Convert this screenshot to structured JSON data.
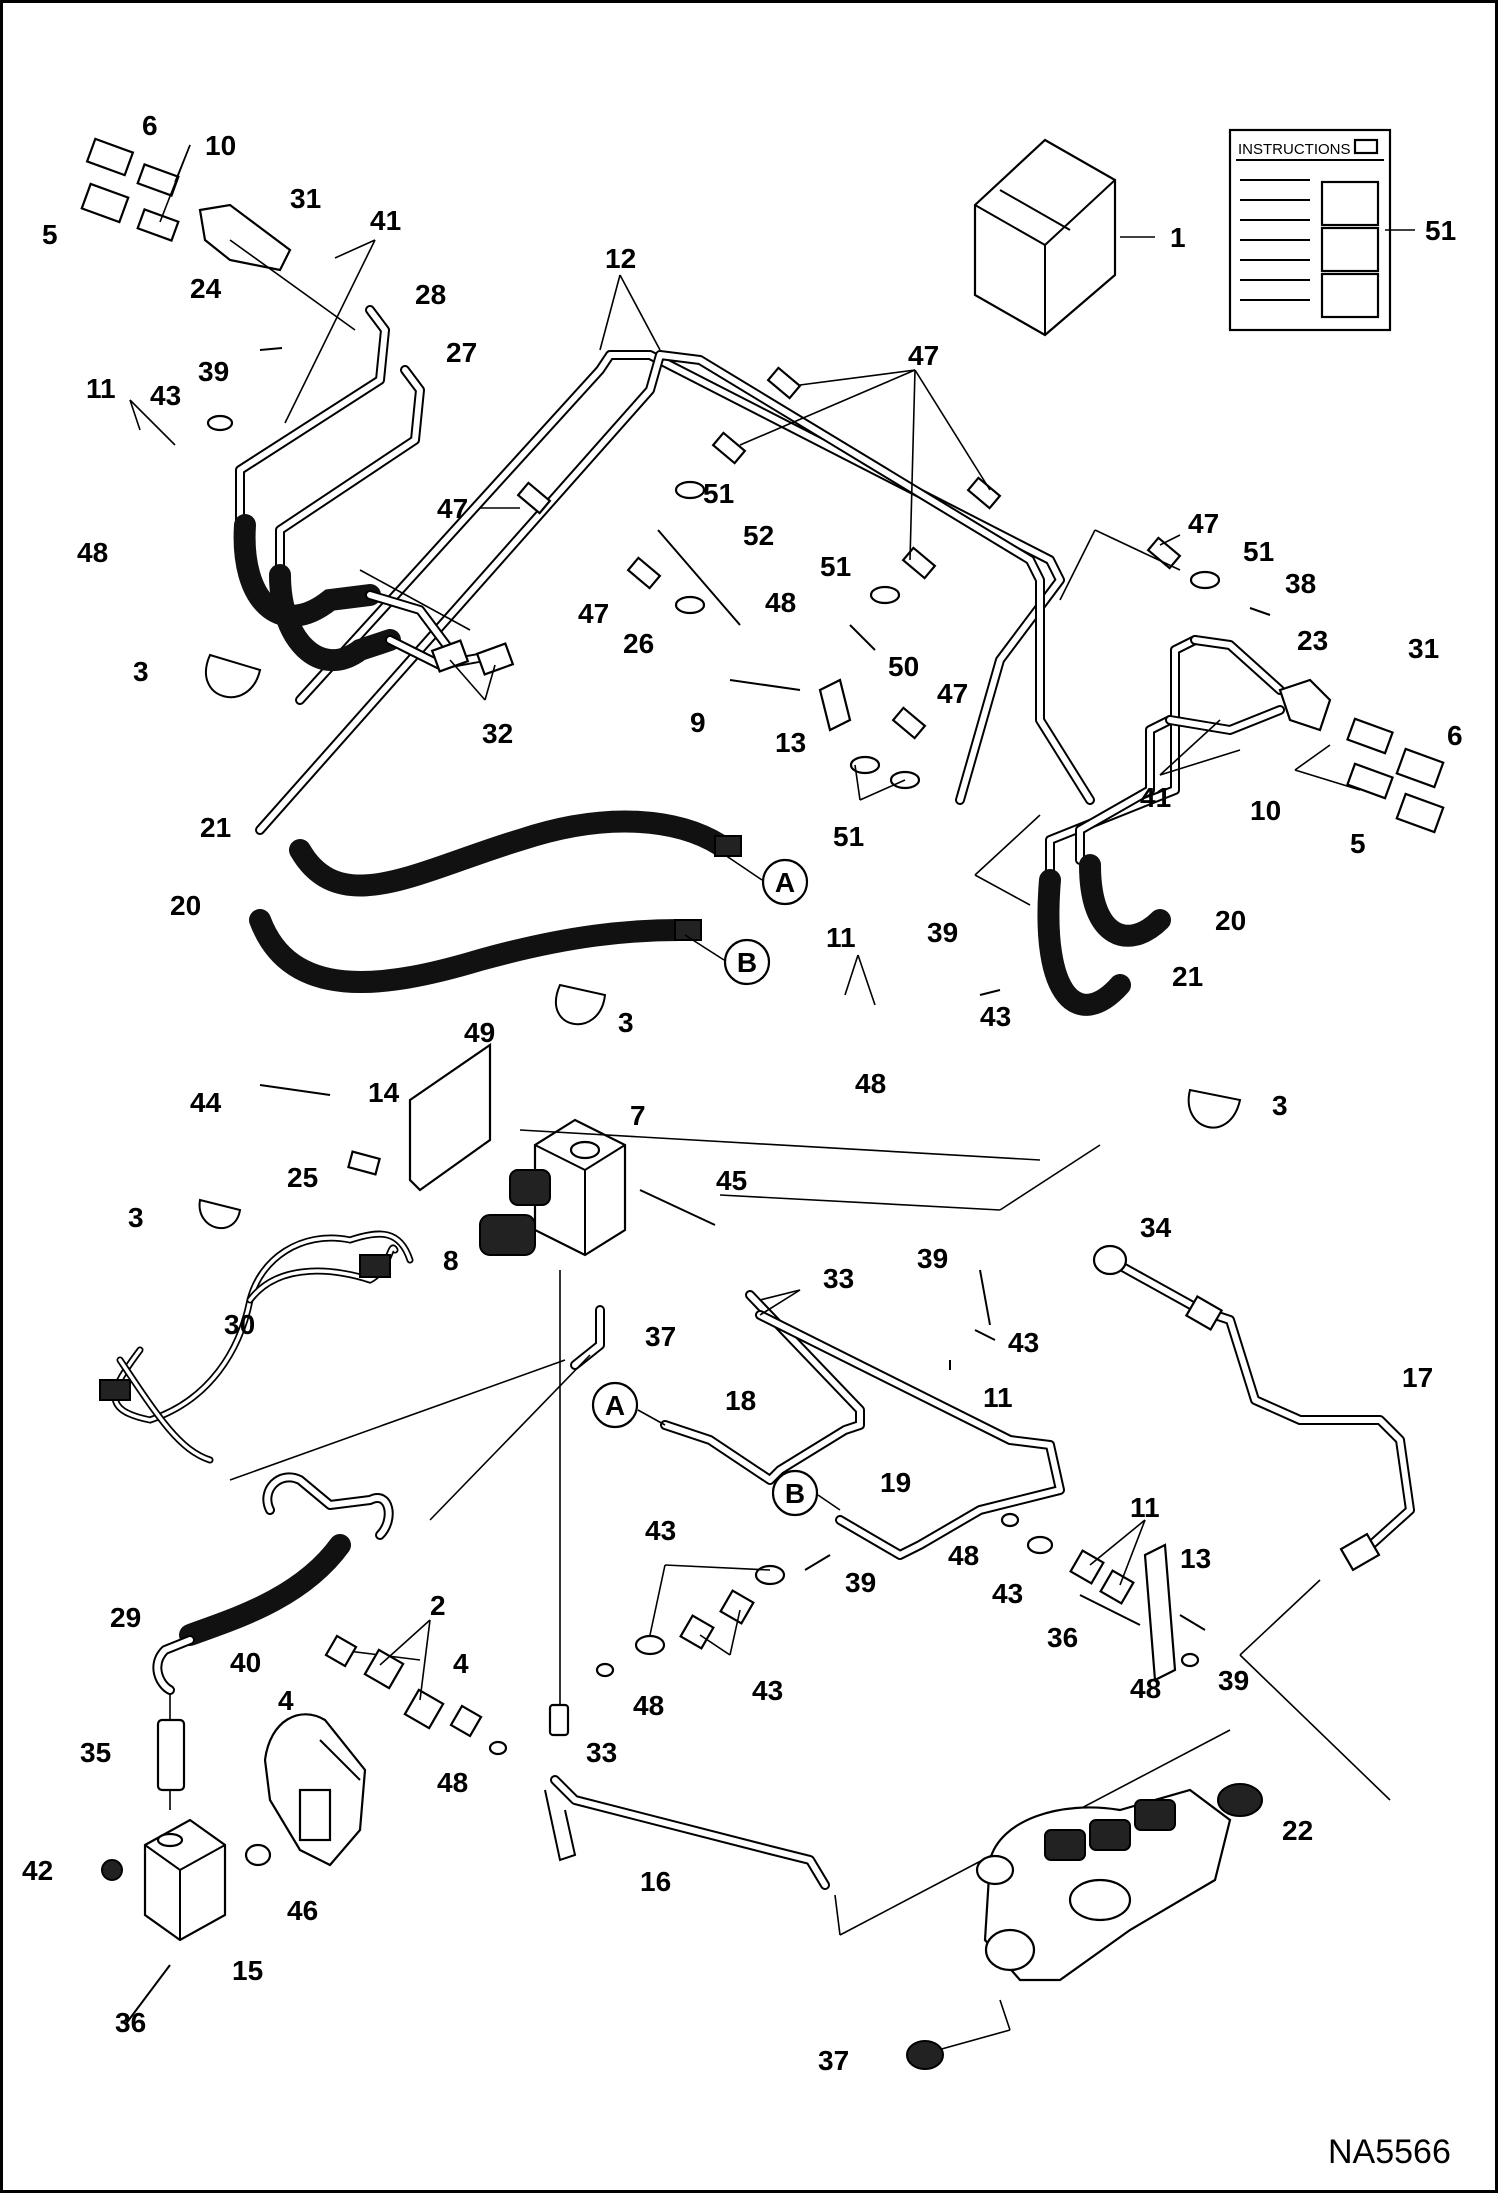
{
  "diagram": {
    "code": "NA5566",
    "instructions_heading": "INSTRUCTIONS",
    "callouts": [
      "A",
      "B"
    ],
    "part_labels": [
      "1",
      "2",
      "3",
      "4",
      "5",
      "6",
      "7",
      "8",
      "9",
      "10",
      "11",
      "12",
      "13",
      "14",
      "15",
      "16",
      "17",
      "18",
      "19",
      "20",
      "21",
      "22",
      "23",
      "24",
      "25",
      "26",
      "27",
      "28",
      "29",
      "30",
      "31",
      "32",
      "33",
      "34",
      "35",
      "36",
      "37",
      "38",
      "39",
      "40",
      "41",
      "42",
      "43",
      "44",
      "45",
      "46",
      "47",
      "48",
      "49",
      "50",
      "51",
      "52"
    ]
  }
}
